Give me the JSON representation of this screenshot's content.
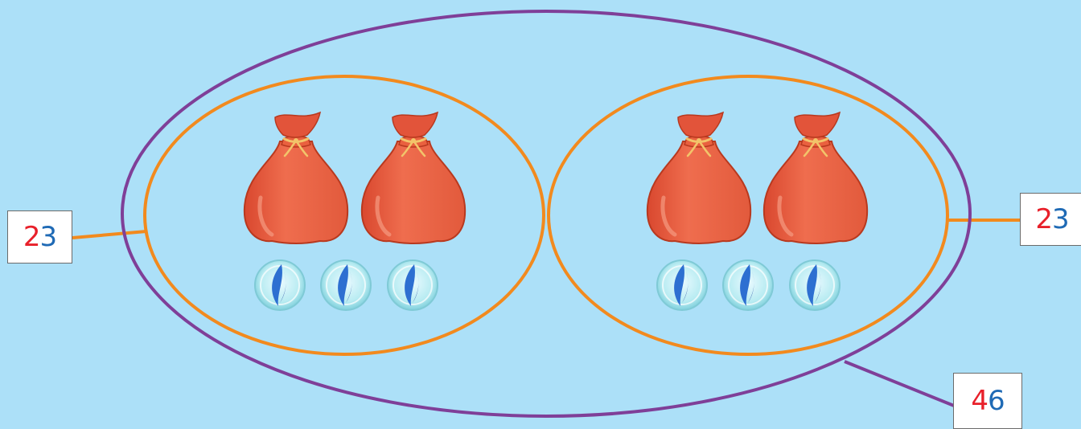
{
  "colors": {
    "background": "#ace0f8",
    "outer_ring": "#7f3f98",
    "inner_ring": "#f28a1e",
    "tens_digit": "#e8202a",
    "ones_digit": "#1f6ab5",
    "bag": "#ea6a4a",
    "marble": "#2d6fd1"
  },
  "groups": [
    {
      "label_tens": "2",
      "label_ones": "3",
      "items": [
        {
          "kind": "bag-icon",
          "count": 2
        },
        {
          "kind": "marble-icon",
          "count": 3
        }
      ]
    },
    {
      "label_tens": "2",
      "label_ones": "3",
      "items": [
        {
          "kind": "bag-icon",
          "count": 2
        },
        {
          "kind": "marble-icon",
          "count": 3
        }
      ]
    }
  ],
  "total": {
    "tens": "4",
    "ones": "6"
  }
}
